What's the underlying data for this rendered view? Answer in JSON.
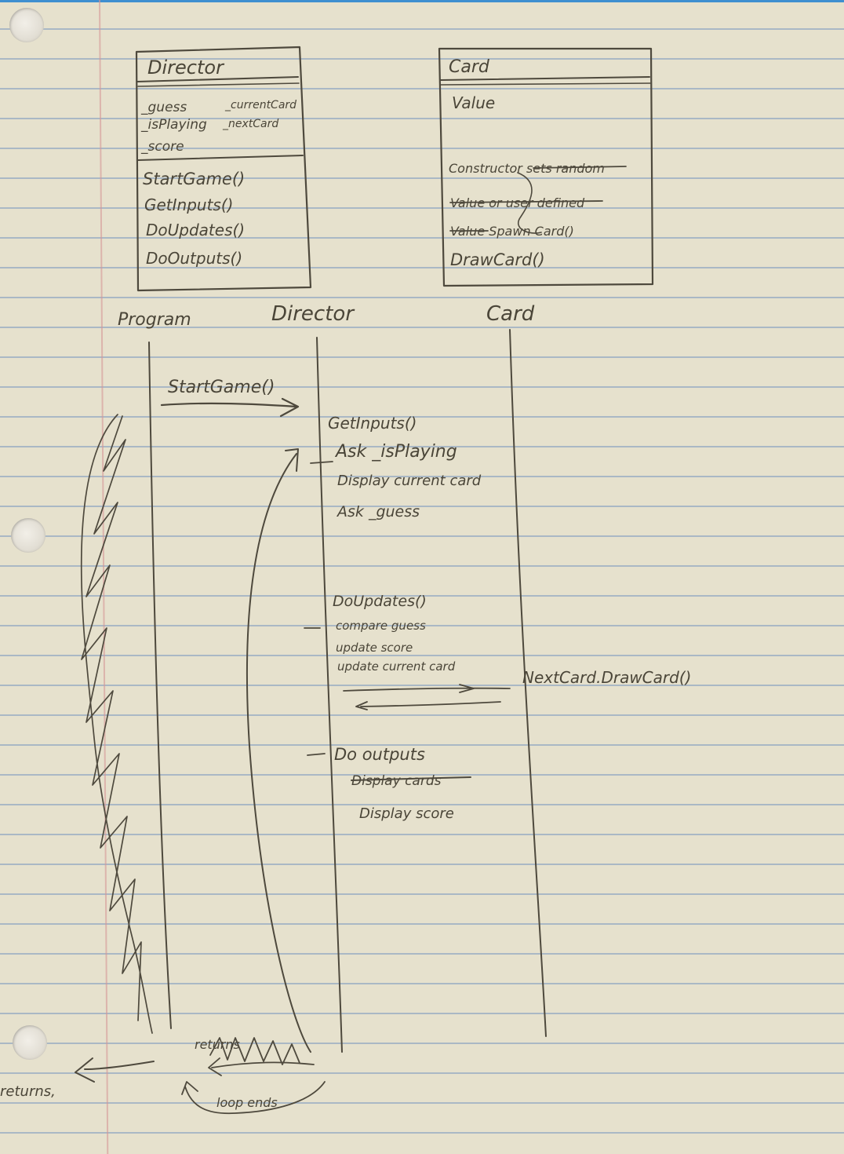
{
  "class_director": {
    "name": "Director",
    "attributes": [
      "_guess",
      "_isPlaying",
      "_score"
    ],
    "attributes_right": [
      "_currentCard",
      "_nextCard"
    ],
    "methods": [
      "StartGame()",
      "GetInputs()",
      "DoUpdates()",
      "DoOutputs()"
    ]
  },
  "class_card": {
    "name": "Card",
    "attributes": [
      "Value"
    ],
    "methods_struck": [
      "Constructor sets random",
      "Value or user defined",
      "Value Spawn Card()"
    ],
    "methods": [
      "DrawCard()"
    ]
  },
  "lifelines": {
    "program": "Program",
    "director": "Director",
    "card": "Card"
  },
  "messages": {
    "start_game": "StartGame()",
    "get_inputs": "GetInputs()",
    "ask_is_playing": "Ask _isPlaying",
    "display_current": "Display current card",
    "ask_guess": "Ask _guess",
    "do_updates": "DoUpdates()",
    "compare_guess": "compare guess",
    "update_score": "update score",
    "update_current": "update current card",
    "draw_card": "NextCard.DrawCard()",
    "do_outputs": "Do outputs",
    "display_cards_struck": "Display cards",
    "display_score": "Display score",
    "returns": "returns",
    "loop_ends": "loop ends",
    "return_left": "returns,"
  }
}
